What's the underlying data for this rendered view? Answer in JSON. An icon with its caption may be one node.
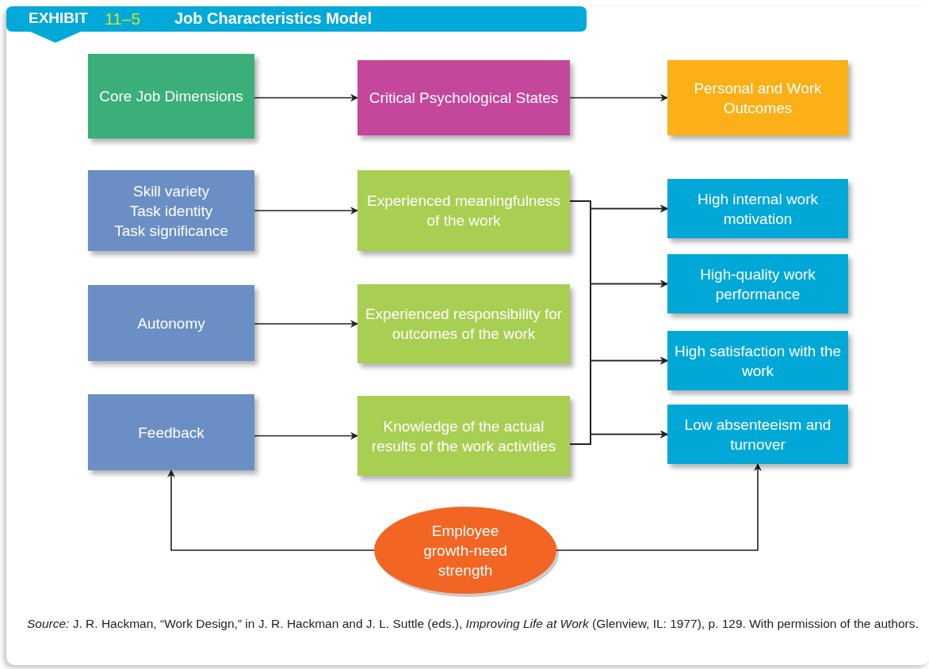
{
  "diagram": {
    "title": "Job Characteristics Model",
    "caption": "*Source:* J. R. Hackman, “Work Design,” in J. R. Hackman and J. L. Suttle (eds.), *Improving Life at Work* (Glenview, IL: 1977), p. 129. With permission of the authors.",
    "labels": [
      "EXHIBIT",
      "11–5"
    ],
    "nodes": [
      {
        "text": [
          "Core Job Dimensions"
        ]
      },
      {
        "text": [
          "Critical Psychological States"
        ]
      },
      {
        "text": [
          "Personal and Work Outcomes"
        ]
      },
      {
        "text": [
          "Skill variety",
          "Task identity",
          "Task significance"
        ]
      },
      {
        "text": [
          "Autonomy"
        ]
      },
      {
        "text": [
          "Feedback"
        ]
      },
      {
        "text": [
          "Experienced meaningfulness of the work"
        ]
      },
      {
        "text": [
          "Experienced responsibility for outcomes of the work"
        ]
      },
      {
        "text": [
          "Knowledge of the actual results of the work activities"
        ]
      },
      {
        "text": [
          "High internal work motivation"
        ]
      },
      {
        "text": [
          "High-quality work performance"
        ]
      },
      {
        "text": [
          "High satisfaction with the work"
        ]
      },
      {
        "text": [
          "Low absenteeism and turnover"
        ]
      },
      {
        "text": [
          "Employee growth-need strength"
        ]
      }
    ],
    "edges": [
      {
        "from": 0,
        "to": 1,
        "arrow": "to"
      },
      {
        "from": 1,
        "to": 2,
        "arrow": "to"
      },
      {
        "from": 3,
        "to": 6,
        "arrow": "to"
      },
      {
        "from": 4,
        "to": 7,
        "arrow": "to"
      },
      {
        "from": 5,
        "to": 8,
        "arrow": "to"
      },
      {
        "from": 6,
        "to": 9,
        "arrow": "to"
      },
      {
        "from": 6,
        "to": 10,
        "arrow": "to"
      },
      {
        "from": 6,
        "to": 11,
        "arrow": "to"
      },
      {
        "from": 6,
        "to": 12,
        "arrow": "to"
      },
      {
        "from": 8,
        "to": 9,
        "arrow": "to"
      },
      {
        "from": 8,
        "to": 10,
        "arrow": "to"
      },
      {
        "from": 8,
        "to": 11,
        "arrow": "to"
      },
      {
        "from": 8,
        "to": 12,
        "arrow": "to"
      },
      {
        "from": 13,
        "to": 5,
        "arrow": "to"
      },
      {
        "from": 13,
        "to": 12,
        "arrow": "to"
      }
    ]
  }
}
